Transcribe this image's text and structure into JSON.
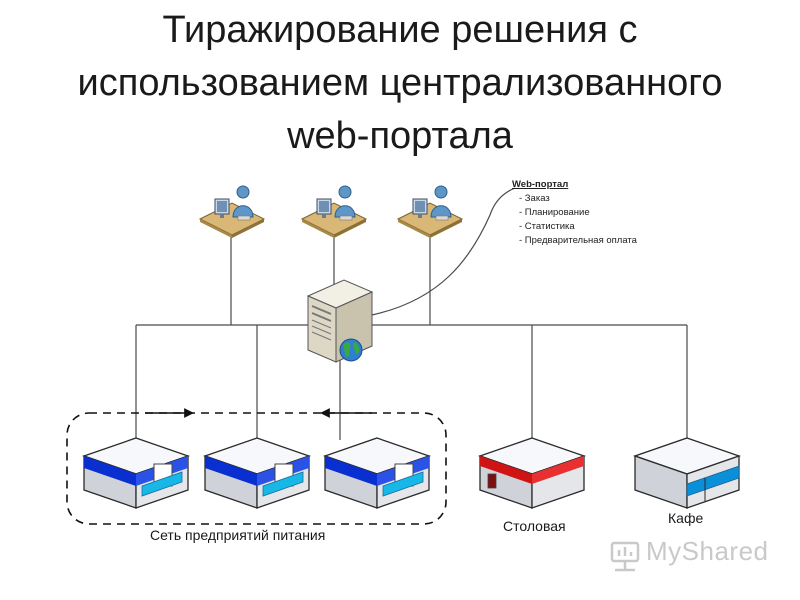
{
  "title": {
    "line1": "Тиражирование решения с",
    "line2": "использованием централизованного",
    "line3": "web-портала"
  },
  "callout": {
    "heading": "Web-портал",
    "items": [
      "- Заказ",
      "- Планирование",
      "- Статистика",
      "- Предварительная оплата"
    ]
  },
  "labels": {
    "network": "Сеть предприятий питания",
    "canteen": "Столовая",
    "cafe": "Кафе"
  },
  "icons": {
    "workstation": "user-at-computer-icon",
    "server": "server-icon",
    "globe": "globe-icon",
    "restaurant_blue": "building-blue-icon",
    "restaurant_red": "building-red-icon",
    "cafe": "building-cafe-icon"
  },
  "colors": {
    "network_accent": "#0a2fd0",
    "canteen_accent": "#d01414",
    "cafe_accent": "#0b8fd8",
    "outline": "#333333"
  },
  "watermark": {
    "text": "MyShared"
  }
}
